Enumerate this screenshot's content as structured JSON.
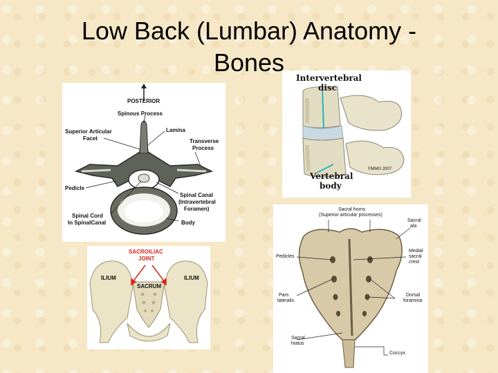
{
  "slide": {
    "title_line1": "Low Back (Lumbar) Anatomy -",
    "title_line2": "Bones"
  },
  "vertebra_top": {
    "posterior": "POSTERIOR",
    "spinous_process": "Spinous Process",
    "superior_articular": "Superior Articular",
    "facet": "Facet",
    "lamina": "Lamina",
    "transverse": "Transverse",
    "process": "Process",
    "pedicle": "Pedicle",
    "spinal_canal": "Spinal Canal",
    "intravertebral": "(Intravertebral",
    "foramen": "Foramen)",
    "spinal_cord": "Spinal Cord",
    "in_spinal_canal": "In SpinalCanal",
    "body": "Body"
  },
  "vertebra_side": {
    "intervertebral": "Intervertebral",
    "disc": "disc",
    "vertebral": "Vertebral",
    "body": "body",
    "copyright": "©MMG 2007"
  },
  "pelvis": {
    "sacroiliac": "SACROILIAC",
    "joint": "JOINT",
    "ilium_left": "ILIUM",
    "ilium_right": "ILIUM",
    "sacrum": "SACRUM",
    "accent_color": "#d8281c"
  },
  "sacrum": {
    "sacral_horns": "Sacral horns",
    "superior_articular": "(Superior articular processes)",
    "sacral": "Sacral",
    "ala": "ala",
    "pedicles": "Pedicles",
    "medial": "Medial",
    "sacral2": "sacral",
    "crest": "crest",
    "pars": "Pars",
    "lateralis": "lateralis",
    "dorsal": "Dorsal",
    "foramina": "foramina",
    "sacral_hiatus": "Sacral",
    "hiatus": "hiatus",
    "coccyx": "Coccyx"
  },
  "colors": {
    "background": "#f6e8c6",
    "bone": "#e9e2c8",
    "bone_dark": "#6b6b5c",
    "disc": "#c9d9e2",
    "teal": "#2bb3b8"
  }
}
